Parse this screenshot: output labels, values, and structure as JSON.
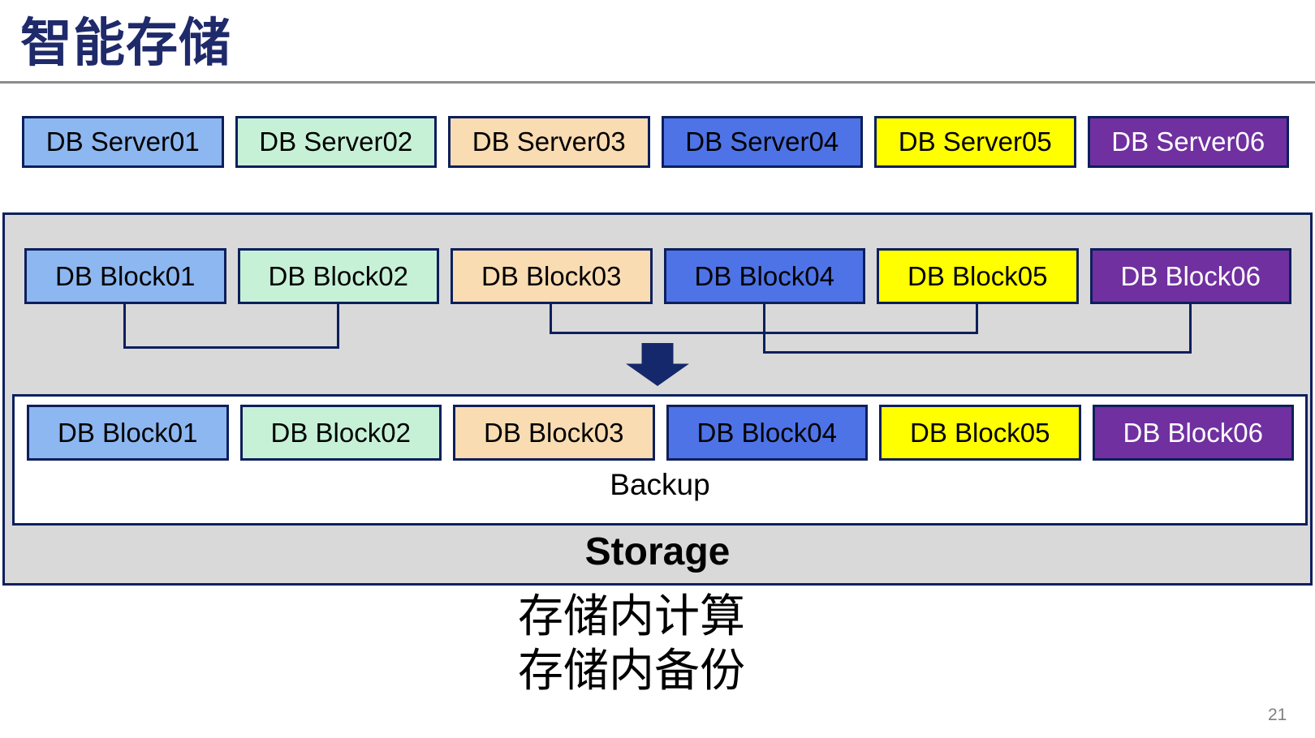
{
  "slide": {
    "title": "智能存储",
    "page_number": "21",
    "caption_line1": "存储内计算",
    "caption_line2": "存储内备份"
  },
  "palette": {
    "box_fill_colors": [
      "#8DB7F0",
      "#C6F1D7",
      "#F9DCB2",
      "#4E73E6",
      "#FFFF00",
      "#7030A0"
    ],
    "box_text_colors": [
      "#000000",
      "#000000",
      "#000000",
      "#000000",
      "#000000",
      "#FFFFFF"
    ],
    "border_navy": "#0D1F5C",
    "container_gray": "#D9D9D9",
    "title_navy": "#1F2A6B",
    "arrow_navy": "#14286B",
    "rule_gray": "#8C8C8C",
    "page_number_gray": "#808080"
  },
  "server_row": {
    "items": [
      {
        "label": "DB Server01"
      },
      {
        "label": "DB Server02"
      },
      {
        "label": "DB Server03"
      },
      {
        "label": "DB Server04"
      },
      {
        "label": "DB Server05"
      },
      {
        "label": "DB Server06"
      }
    ]
  },
  "storage_container": {
    "storage_label": "Storage",
    "backup_label": "Backup",
    "top_blocks": {
      "items": [
        {
          "label": "DB Block01"
        },
        {
          "label": "DB Block02"
        },
        {
          "label": "DB Block03"
        },
        {
          "label": "DB Block04"
        },
        {
          "label": "DB Block05"
        },
        {
          "label": "DB Block06"
        }
      ]
    },
    "bottom_blocks": {
      "items": [
        {
          "label": "DB Block01"
        },
        {
          "label": "DB Block02"
        },
        {
          "label": "DB Block03"
        },
        {
          "label": "DB Block04"
        },
        {
          "label": "DB Block05"
        },
        {
          "label": "DB Block06"
        }
      ]
    },
    "connections": [
      {
        "from": "DB Block01",
        "to": "DB Block02"
      },
      {
        "from": "DB Block03",
        "to": "DB Block05"
      },
      {
        "from": "DB Block04",
        "to": "DB Block06"
      }
    ]
  }
}
